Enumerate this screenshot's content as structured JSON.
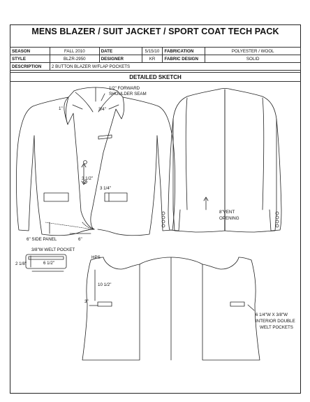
{
  "title": "MENS BLAZER / SUIT JACKET / SPORT COAT TECH PACK",
  "spec": {
    "season_label": "SEASON",
    "season_value": "FALL 2010",
    "date_label": "DATE",
    "date_value": "5/15/10",
    "fabrication_label": "FABRICATION",
    "fabrication_value": "POLYESTER / WOOL",
    "style_label": "STYLE",
    "style_value": "BLZR-2950",
    "designer_label": "DESIGNER",
    "designer_value": "KR",
    "fabric_design_label": "FABRIC DESIGN",
    "fabric_design_value": "SOLID",
    "description_label": "DESCRIPTION",
    "description_value": "2 BUTTON BLAZER W/FLAP POCKETS"
  },
  "section_title": "DETAILED SKETCH",
  "annotations": {
    "forward_shoulder_1": "1/2\" FORWARD",
    "forward_shoulder_2": "SHOULDER SEAM",
    "lapel_left": "1\"",
    "lapel_right": "3/4\"",
    "button_spacing": "3 1/2\"",
    "pocket_flap": "3 1/4\"",
    "side_panel": "6\" SIDE PANEL",
    "hem_width": "6\"",
    "vent_1": "8\"VENT",
    "vent_2": "OPENING",
    "welt_pocket": "3/8\"W WELT POCKET",
    "welt_height": "2 1/8\"",
    "welt_width": "6 1/2\"",
    "hps": "HPS",
    "hps_drop": "10 1/2\"",
    "inner_offset": "3\"",
    "interior_1": "6 1/4\"W X 3/8\"W",
    "interior_2": "INTERIOR DOUBLE",
    "interior_3": "WELT POCKETS"
  }
}
